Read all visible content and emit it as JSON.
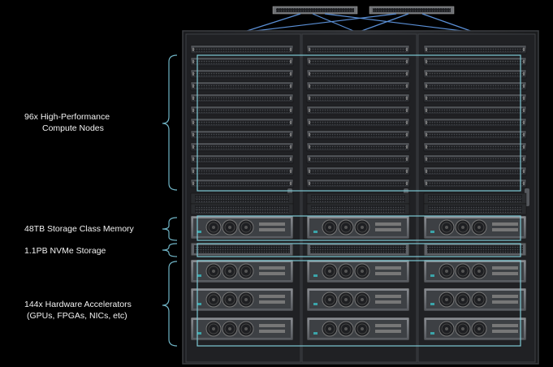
{
  "labels": {
    "compute": {
      "line1": "96x High-Performance",
      "line2": "Compute Nodes"
    },
    "scm": {
      "line1": "48TB Storage Class Memory"
    },
    "nvme": {
      "line1": "1.1PB  NVMe Storage"
    },
    "accelerators": {
      "line1": "144x Hardware Accelerators",
      "line2": "(GPUs, FPGAs, NICs, etc)"
    }
  },
  "colors": {
    "background": "#000000",
    "bracket": "#6fb3c4",
    "highlight_box": "#7ec9d4",
    "network_link": "#5a8fd6",
    "rack_frame": "#2b2d30",
    "label_text": "#f2f2f2"
  },
  "racks": {
    "count": 3
  },
  "switches": {
    "count": 2
  }
}
